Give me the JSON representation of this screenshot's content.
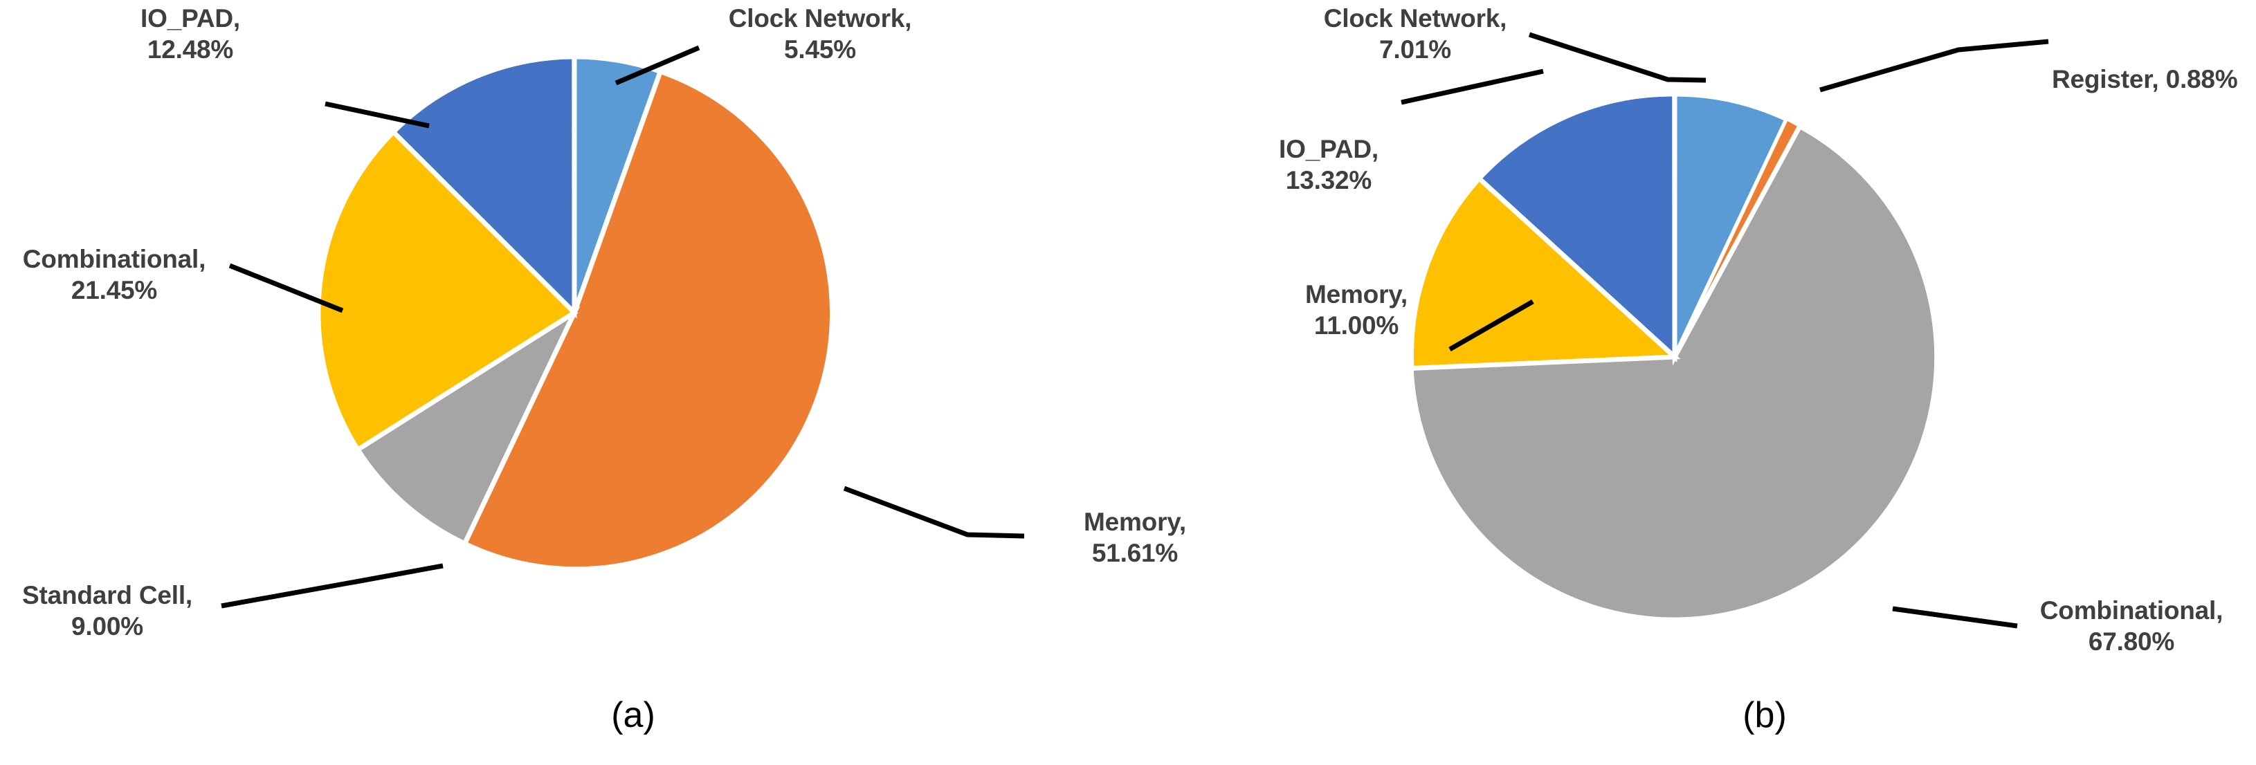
{
  "figure": {
    "background": "#ffffff",
    "label_color": "#3f3f3f",
    "caption_color": "#000000",
    "leader_color": "#000000"
  },
  "palette": {
    "clock_network": "#5B9BD5",
    "memory_orange": "#ED7D31",
    "register_orange": "#ED7D31",
    "standard_cell_gray": "#A5A5A5",
    "combinational_gray": "#A5A5A5",
    "combinational_gold": "#FFC000",
    "memory_gold": "#FFC000",
    "io_pad_blue": "#4472C4",
    "slice_border": "#FFFFFF"
  },
  "panels": [
    {
      "id": "a",
      "caption": "(a)",
      "labels": [
        {
          "name": "io-pad",
          "line1": "IO_PAD,",
          "line2": "12.48%"
        },
        {
          "name": "clock-network",
          "line1": "Clock Network,",
          "line2": "5.45%"
        },
        {
          "name": "combinational",
          "line1": "Combinational,",
          "line2": "21.45%"
        },
        {
          "name": "memory",
          "line1": "Memory,",
          "line2": "51.61%"
        },
        {
          "name": "standard-cell",
          "line1": "Standard Cell,",
          "line2": "9.00%"
        }
      ]
    },
    {
      "id": "b",
      "caption": "(b)",
      "labels": [
        {
          "name": "clock-network",
          "line1": "Clock Network,",
          "line2": "7.01%"
        },
        {
          "name": "io-pad",
          "line1": "IO_PAD,",
          "line2": "13.32%"
        },
        {
          "name": "memory",
          "line1": "Memory,",
          "line2": "11.00%"
        },
        {
          "name": "register",
          "line1": "Register, 0.88%",
          "line2": ""
        },
        {
          "name": "combinational",
          "line1": "Combinational,",
          "line2": "67.80%"
        }
      ]
    }
  ],
  "chart_data": [
    {
      "type": "pie",
      "title": "(a)",
      "legend": "none",
      "start_angle_deg": 0,
      "direction": "clockwise",
      "unit": "%",
      "categories": [
        "Clock Network",
        "Memory",
        "Standard Cell",
        "Combinational",
        "IO_PAD"
      ],
      "values": [
        5.45,
        51.61,
        9.0,
        21.45,
        12.48
      ],
      "colors": [
        "#5B9BD5",
        "#ED7D31",
        "#A5A5A5",
        "#FFC000",
        "#4472C4"
      ],
      "labels": [
        "Clock Network, 5.45%",
        "Memory, 51.61%",
        "Standard Cell, 9.00%",
        "Combinational, 21.45%",
        "IO_PAD, 12.48%"
      ]
    },
    {
      "type": "pie",
      "title": "(b)",
      "legend": "none",
      "start_angle_deg": 0,
      "direction": "clockwise",
      "unit": "%",
      "categories": [
        "Clock Network",
        "Register",
        "Combinational",
        "Memory",
        "IO_PAD"
      ],
      "values": [
        7.01,
        0.88,
        67.8,
        11.0,
        13.32
      ],
      "colors": [
        "#5B9BD5",
        "#ED7D31",
        "#A5A5A5",
        "#FFC000",
        "#4472C4"
      ],
      "labels": [
        "Clock Network, 7.01%",
        "Register, 0.88%",
        "Combinational, 67.80%",
        "Memory, 11.00%",
        "IO_PAD, 13.32%"
      ]
    }
  ]
}
